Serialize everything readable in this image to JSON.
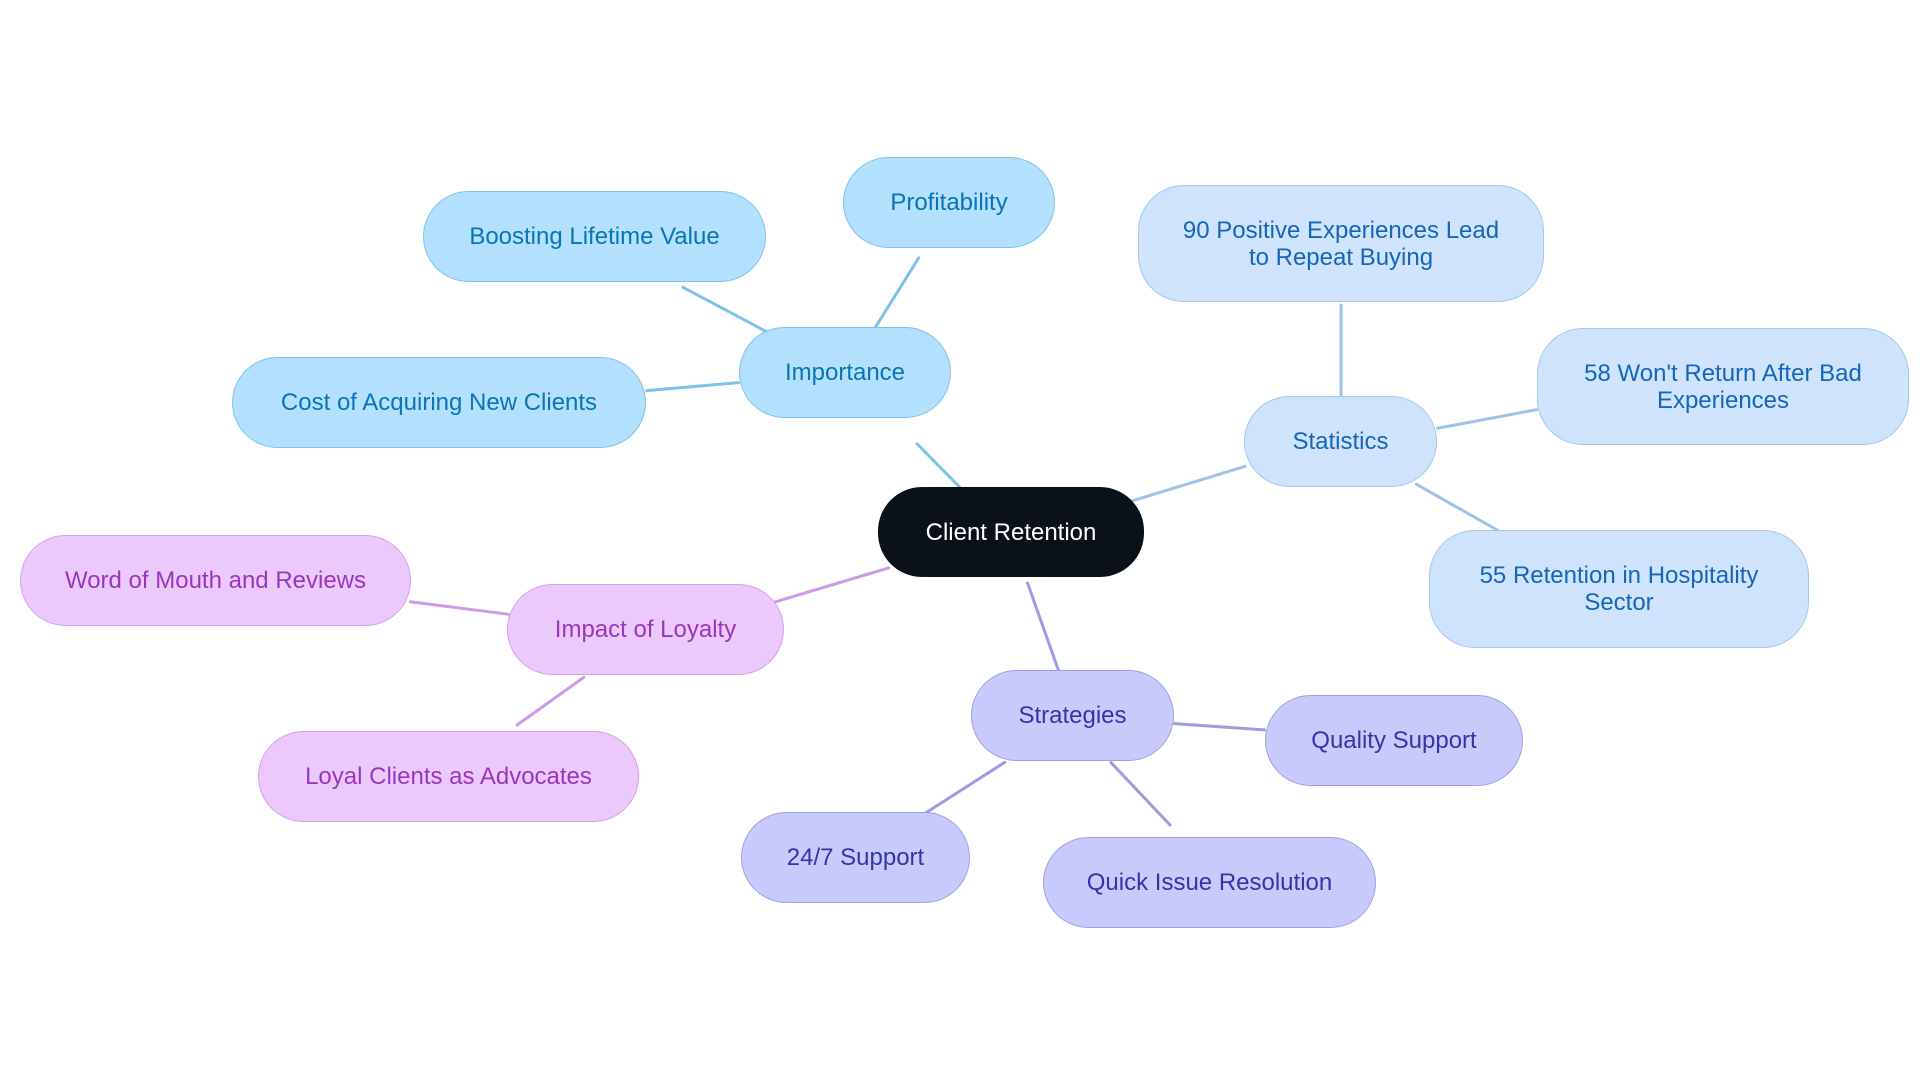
{
  "diagram": {
    "root": {
      "id": "root",
      "label": "Client Retention",
      "theme": "root"
    },
    "branches": [
      {
        "id": "importance",
        "label": "Importance",
        "theme": "blue",
        "children": [
          {
            "id": "profitability",
            "label": "Profitability"
          },
          {
            "id": "lifetime-value",
            "label": "Boosting Lifetime Value"
          },
          {
            "id": "acquiring-cost",
            "label": "Cost of Acquiring New Clients"
          }
        ]
      },
      {
        "id": "statistics",
        "label": "Statistics",
        "theme": "light-blue",
        "children": [
          {
            "id": "positive-experiences",
            "label": "90 Positive Experiences Lead to Repeat Buying"
          },
          {
            "id": "bad-experiences",
            "label": "58 Won't Return After Bad Experiences"
          },
          {
            "id": "hospitality",
            "label": "55 Retention in Hospitality Sector"
          }
        ]
      },
      {
        "id": "strategies",
        "label": "Strategies",
        "theme": "periwinkle",
        "children": [
          {
            "id": "quality-support",
            "label": "Quality Support"
          },
          {
            "id": "quick-resolution",
            "label": "Quick Issue Resolution"
          },
          {
            "id": "support-24-7",
            "label": "24/7 Support"
          }
        ]
      },
      {
        "id": "loyalty",
        "label": "Impact of Loyalty",
        "theme": "purple",
        "children": [
          {
            "id": "word-of-mouth",
            "label": "Word of Mouth and Reviews"
          },
          {
            "id": "advocates",
            "label": "Loyal Clients as Advocates"
          }
        ]
      }
    ]
  },
  "themes": {
    "root": {
      "fill": "#0b1119",
      "border": "#0b1119",
      "text": "#ffffff",
      "edge": "#0b1119"
    },
    "blue": {
      "fill": "#b3e0fc",
      "border": "#7dc3ec",
      "text": "#0a74b4",
      "edge": "#7fc2e8"
    },
    "light-blue": {
      "fill": "#cfe4fc",
      "border": "#a3c7ee",
      "text": "#1466b8",
      "edge": "#9fc3e8"
    },
    "periwinkle": {
      "fill": "#c9cafc",
      "border": "#9fa1e6",
      "text": "#3434a8",
      "edge": "#9c9ee0"
    },
    "purple": {
      "fill": "#ecc9fc",
      "border": "#d3a0ec",
      "text": "#9a36be",
      "edge": "#cc9ae6"
    }
  }
}
